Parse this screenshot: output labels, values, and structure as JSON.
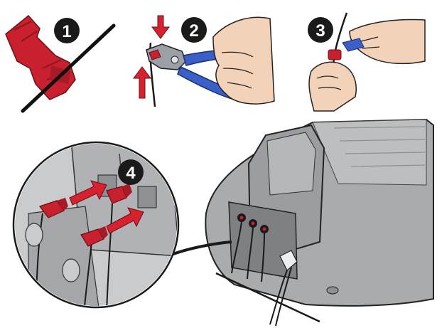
{
  "steps": [
    {
      "number": "1"
    },
    {
      "number": "2"
    },
    {
      "number": "3"
    },
    {
      "number": "4"
    }
  ],
  "colors": {
    "connector_red": "#c8202e",
    "arrow_red": "#d8212e",
    "badge_dark": "#1a1a1a",
    "plier_blue": "#3a5fc8",
    "skin": "#f2d2b8",
    "mower_gray": "#a9abad",
    "mower_dark": "#7e8083"
  },
  "icons": [
    "cross-out-line-icon",
    "arrow-down-icon",
    "arrow-up-icon",
    "arrow-right-icon"
  ]
}
